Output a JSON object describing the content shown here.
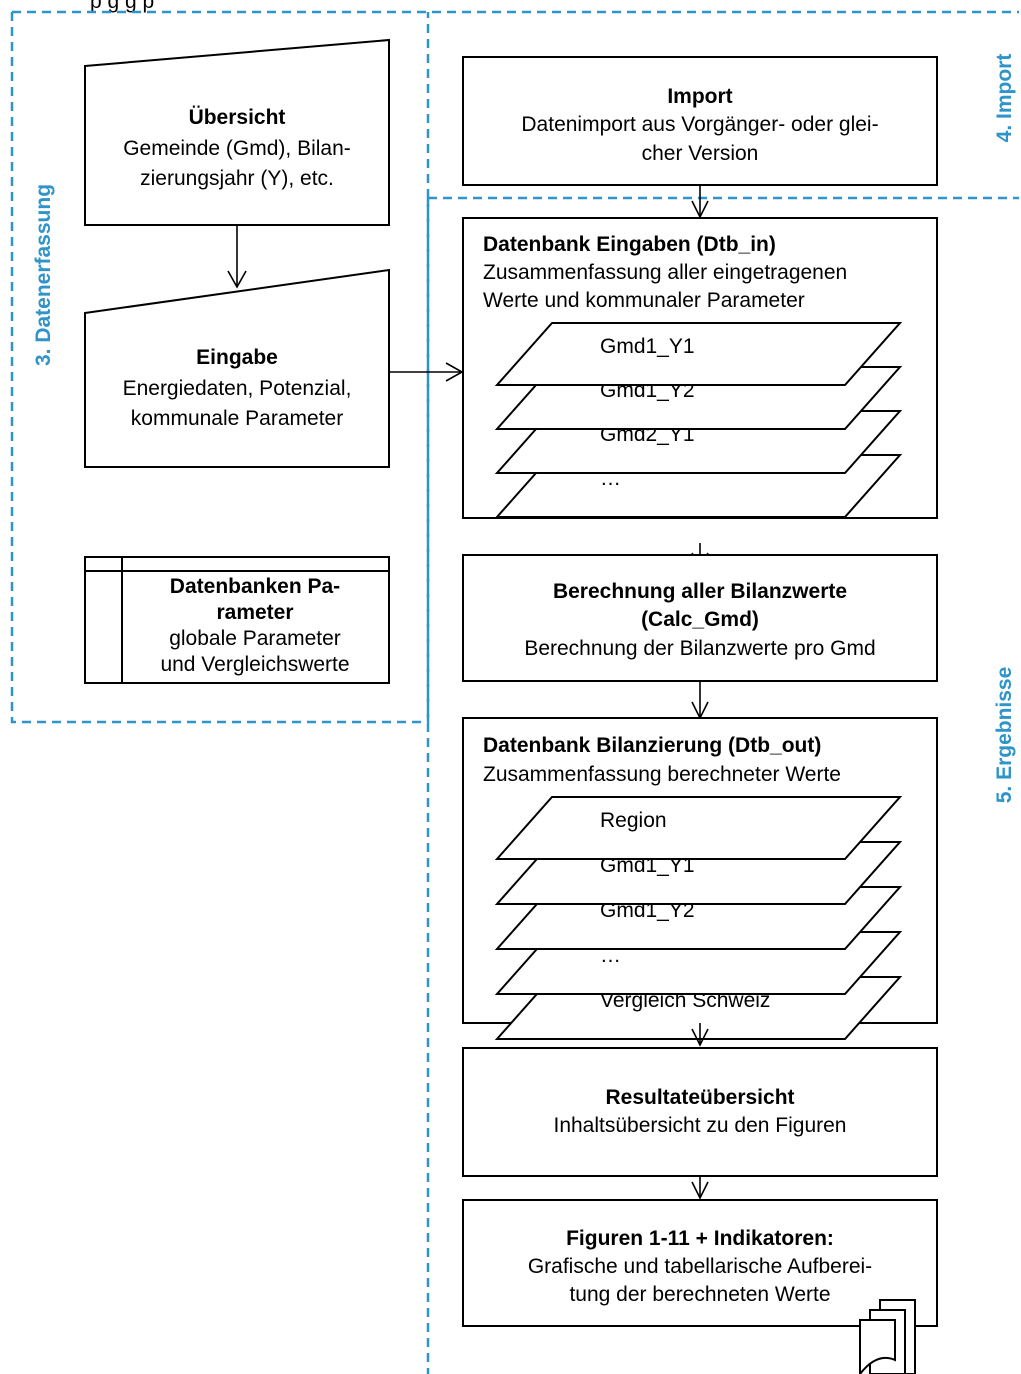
{
  "top_text": "p                                                        g g     p",
  "regions": {
    "datenerfassung": "3. Datenerfassung",
    "import": "4. Import",
    "ergebnisse": "5. Ergebnisse"
  },
  "uebersicht": {
    "title": "Übersicht",
    "lines": [
      "Gemeinde (Gmd), Bilan-",
      "zierungsjahr (Y), etc."
    ]
  },
  "eingabe": {
    "title": "Eingabe",
    "lines": [
      "Energiedaten, Potenzial,",
      "kommunale Parameter"
    ]
  },
  "datenbanken_parameter": {
    "title_lines": [
      "Datenbanken Pa-",
      "rameter"
    ],
    "lines": [
      "globale Parameter",
      "und Vergleichswerte"
    ]
  },
  "import_box": {
    "title": "Import",
    "lines": [
      "Datenimport aus Vorgänger- oder glei-",
      "cher Version"
    ]
  },
  "dtb_in": {
    "title": "Datenbank Eingaben (Dtb_in)",
    "lines": [
      "Zusammenfassung aller eingetragenen",
      "Werte und kommunaler Parameter"
    ],
    "layers": [
      "Gmd1_Y1",
      "Gmd1_Y2",
      "Gmd2_Y1",
      "…"
    ]
  },
  "calc": {
    "title_lines": [
      "Berechnung aller Bilanzwerte",
      "(Calc_Gmd)"
    ],
    "lines": [
      "Berechnung der Bilanzwerte pro Gmd"
    ]
  },
  "dtb_out": {
    "title": "Datenbank Bilanzierung (Dtb_out)",
    "lines": [
      "Zusammenfassung berechneter Werte"
    ],
    "layers": [
      "Region",
      "Gmd1_Y1",
      "Gmd1_Y2",
      "…",
      "Vergleich Schweiz"
    ]
  },
  "resultate": {
    "title": "Resultateübersicht",
    "lines": [
      "Inhaltsübersicht zu den Figuren"
    ]
  },
  "figuren": {
    "title": "Figuren 1-11 + Indikatoren:",
    "lines": [
      "Grafische und tabellarische Aufberei-",
      "tung der berechneten Werte"
    ]
  }
}
